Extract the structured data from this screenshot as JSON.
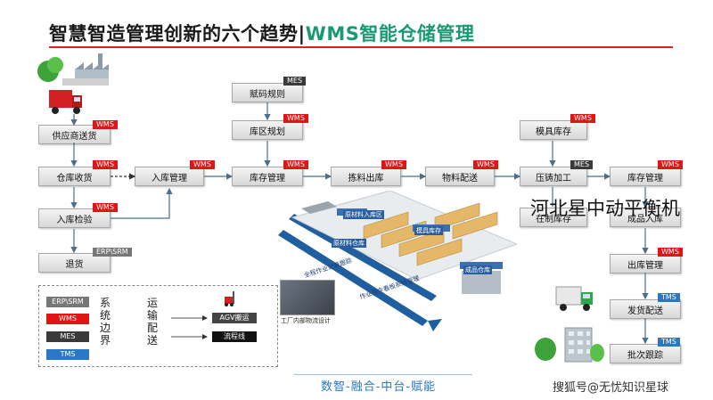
{
  "title": {
    "main": "智慧智造管理创新的六个趋势",
    "separator": "|",
    "sub": "WMS智能仓储管理"
  },
  "colors": {
    "wms": "#e01515",
    "mes": "#3a3a3a",
    "tms": "#2a78c4",
    "erp": "#777777",
    "accent_green": "#1a9a72"
  },
  "nodes": {
    "supplier_delivery": "供应商送货",
    "warehouse_receive": "仓库收货",
    "incoming_inspection": "入库检验",
    "return_goods": "退货",
    "inbound_mgmt": "入库管理",
    "coding_rules": "赋码规则",
    "zone_planning": "库区规划",
    "inventory_mgmt": "库存管理",
    "picking_outbound": "拣料出库",
    "material_delivery": "物料配送",
    "mold_inventory": "模具库存",
    "casting_process": "压铸加工",
    "stock_mgmt_right": "库存管理",
    "wip_inventory": "在制库存",
    "product_inbound": "成品入库",
    "outbound_mgmt": "出库管理",
    "ship_delivery": "发货配送",
    "batch_tracking": "批次跟踪"
  },
  "tags": {
    "wms": "WMS",
    "mes": "MES",
    "tms": "TMS",
    "erp_srm": "ERP\\SRM"
  },
  "legend": {
    "system_items": [
      "ERP\\SRM",
      "WMS",
      "MES",
      "TMS"
    ],
    "system_label": "系统边界",
    "transport_label": "运输配送",
    "agv": "AGV搬运",
    "conveyor": "流程线"
  },
  "photos": {
    "factory_logistics": "工厂内部物流设计",
    "map_labels": [
      "原材料入库区",
      "模具库存",
      "原材料仓库",
      "成品仓库"
    ],
    "flow_note1": "全程作业记录跟踪",
    "flow_note2": "作业指令看板系统管理"
  },
  "footer": "数智-融合-中台-赋能",
  "watermarks": {
    "overlay": "河北星中动平衡机",
    "bottom": "搜狐号@无忧知识星球"
  }
}
